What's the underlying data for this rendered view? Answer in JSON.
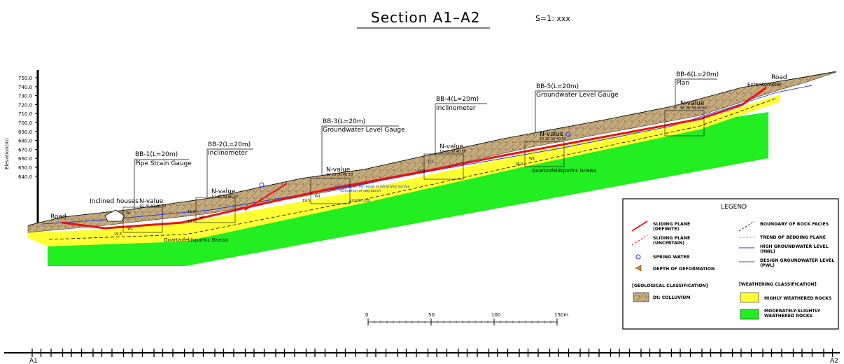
{
  "title": "Section A1–A2",
  "scale": "S=1: xxx",
  "axis": {
    "label": "Elevation(m)",
    "ticks": [
      "750.0",
      "740.0",
      "730.0",
      "720.0",
      "710.0",
      "700.0",
      "690.0",
      "680.0",
      "670.0",
      "660.0",
      "650.0",
      "640.0"
    ]
  },
  "boreholes": [
    {
      "name": "BB-1(L=20m)",
      "instrument": "Pipe Strain Gauge"
    },
    {
      "name": "BB-2(L=20m)",
      "instrument": "Inclinometer"
    },
    {
      "name": "BB-3(L=20m)",
      "instrument": "Groundwater Level Gauge"
    },
    {
      "name": "BB-4(L=20m)",
      "instrument": "Inclinometer"
    },
    {
      "name": "BB-5(L=20m)",
      "instrument": "Groundwater Level Gauge"
    },
    {
      "name": "BB-6(L=20m)",
      "instrument": "Plan"
    }
  ],
  "nvalue": {
    "label": "N-value",
    "scale": "10 20 30 40 50"
  },
  "annotations": {
    "road_left": "Road",
    "road_right": "Road",
    "houses": "Inclined houses",
    "extensometer": "Extensometer",
    "rock_1": "Quartzofeldspathic Gneiss",
    "rock_2": "Quartzofeldspathic Gneiss",
    "resistivity_note": "According to the result of resistivity survey",
    "sag_pond_note": "(Elevation of sag pond)",
    "gw_date": "(2016/5/28)",
    "d1": "D1",
    "w1": "W1",
    "depth_a": "19.5",
    "depth_b": "11.6",
    "depth_c": "18.0",
    "depth_d": "14.0"
  },
  "scalebar": {
    "ticks": [
      "0",
      "50",
      "100",
      "150m"
    ]
  },
  "baseline": {
    "start": "A1",
    "end": "A2"
  },
  "legend": {
    "title": "LEGEND",
    "items": {
      "sliding_definite": "SLIDING PLANE\n(DEFINITE)",
      "sliding_uncertain": "SLIDING PLANE\n(UNCERTAIN)",
      "spring": "SPRING WATER",
      "deformation": "DEPTH OF DEFORMATION",
      "rock_boundary": "BOUNDARY OF ROCK FACIES",
      "bedding": "TREND OF BEDDING PLANE",
      "hwl": "HIGH GROUNDWATER LEVEL\n(HWL)",
      "pwl": "DESIGN GROUNDWATER LEVEL\n(PWL)"
    },
    "geo_title": "[GEOLOGICAL CLASSIFICATION]",
    "geo_item": "Dt: COLLUVIUM",
    "weather_title": "[WEATHERING CLASSIFICATION]",
    "weather_high": "HIGHLY WEATHERED ROCKS",
    "weather_mod": "MODERATELY-SLIGHTLY\nWEATHERED ROCKS"
  },
  "colors": {
    "colluvium": "#c2a878",
    "highly_weathered": "#ffff33",
    "moderately_weathered": "#22ee22",
    "sliding": "#ee1111",
    "groundwater": "#2233dd"
  }
}
